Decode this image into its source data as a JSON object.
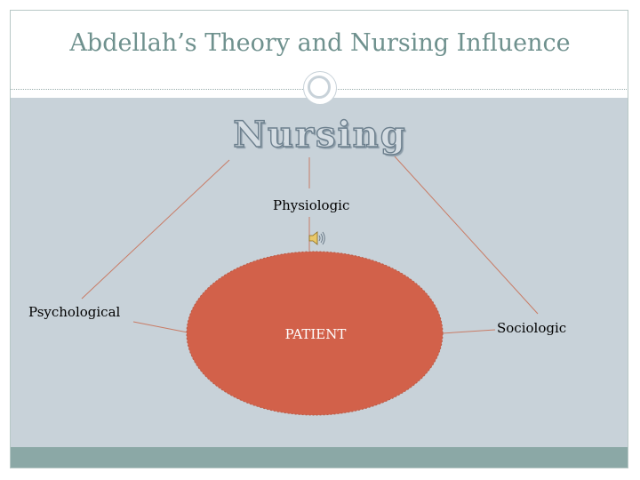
{
  "slide": {
    "title": "Abdellah’s Theory and Nursing Influence",
    "center_heading": "Nursing",
    "nodes": {
      "top": "Physiologic",
      "left": "Psychological",
      "right": "Sociologic",
      "center": "PATIENT"
    },
    "icons": {
      "ornament": "circle-ornament",
      "audio": "speaker-icon"
    },
    "colors": {
      "title": "#6f918e",
      "content_background": "#c8d2d9",
      "footer_bar": "#8ba8a6",
      "patient_fill": "#d2614a",
      "connector_lines": "#c97c66"
    }
  }
}
